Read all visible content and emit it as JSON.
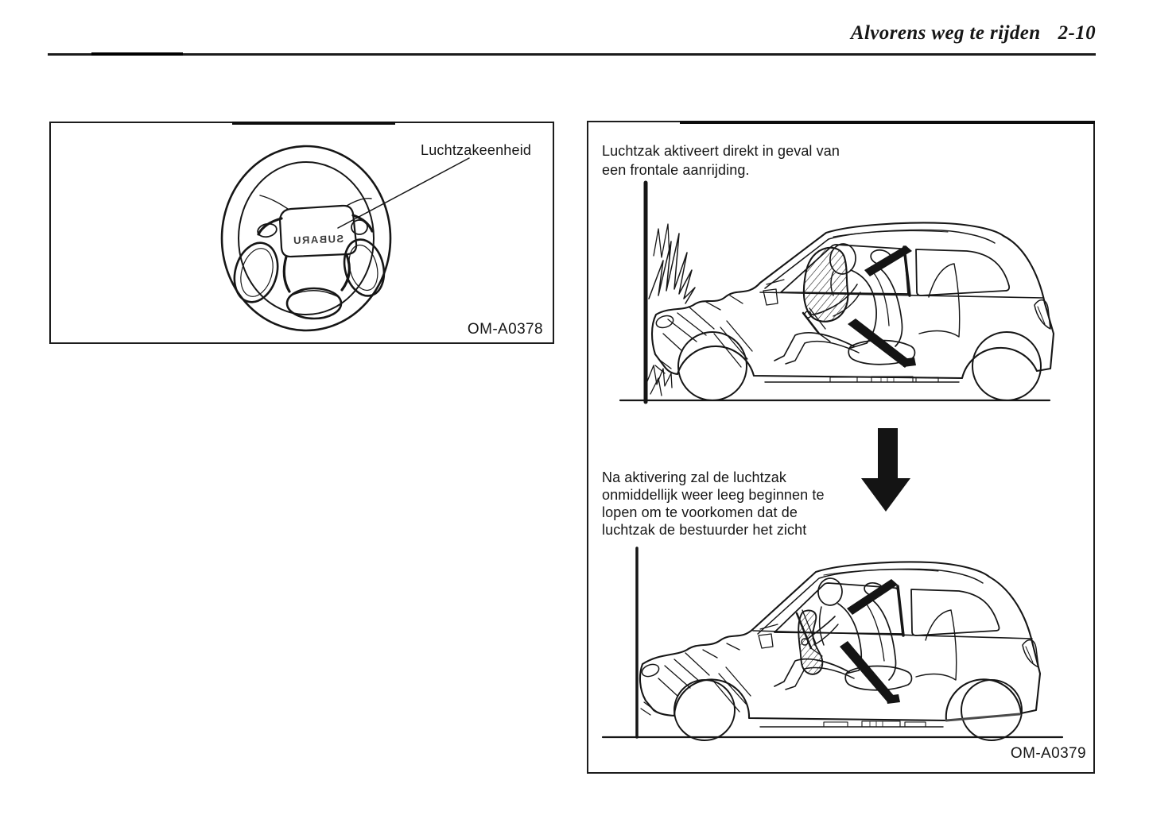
{
  "header": {
    "title": "Alvorens weg te rijden",
    "page_number": "2-10"
  },
  "figure_left": {
    "callout_label": "Luchtzakeenheid",
    "steering_wheel_brand": "SUBARU",
    "figure_code": "OM-A0378"
  },
  "figure_right": {
    "caption_top_lines": [
      "Luchtzak aktiveert direkt in geval van",
      "een frontale aanrijding."
    ],
    "caption_bottom_lines": [
      "Na aktivering zal de luchtzak",
      "onmiddellijk weer leeg beginnen te",
      "lopen om te voorkomen dat de",
      "luchtzak de bestuurder het zicht"
    ],
    "figure_code": "OM-A0379"
  },
  "colors": {
    "ink": "#161616",
    "paper": "#ffffff"
  }
}
